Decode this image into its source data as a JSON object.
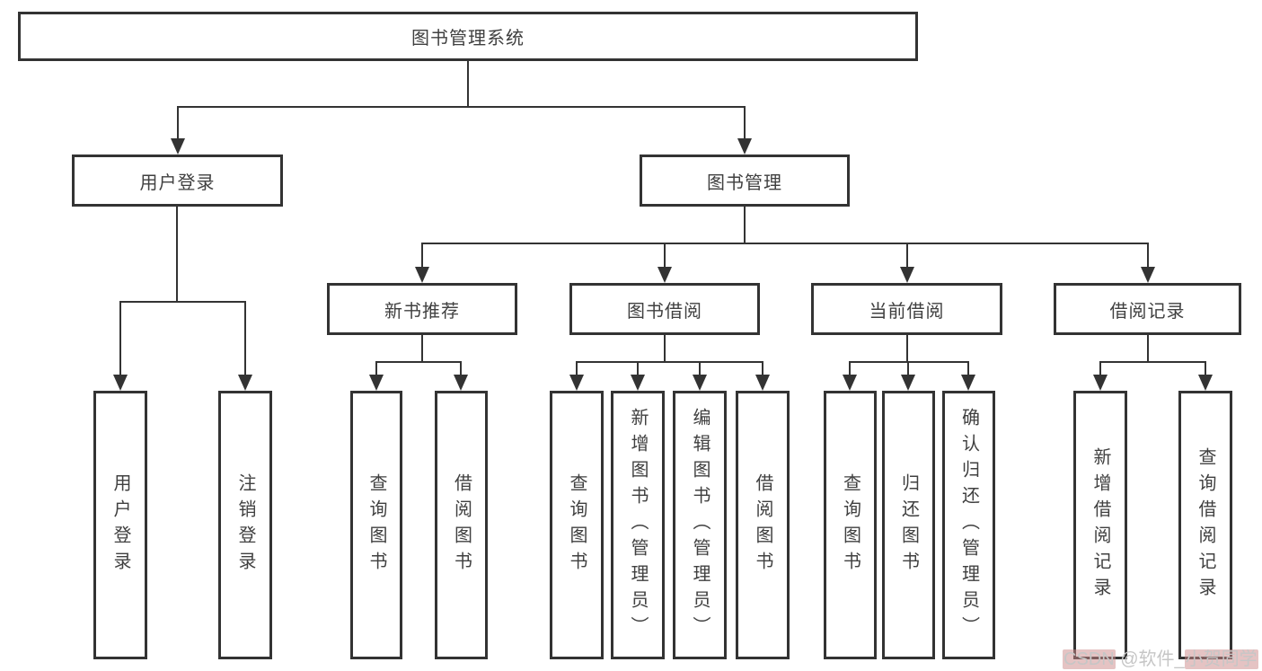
{
  "colors": {
    "line": "#333333",
    "text": "#404040",
    "background": "#ffffff",
    "watermark_text": "#c6c6c6",
    "watermark_highlight": "rgba(203,135,135,0.5)"
  },
  "tree": {
    "label": "图书管理系统",
    "children": [
      {
        "label": "用户登录",
        "children": [
          {
            "label": "用户登录"
          },
          {
            "label": "注销登录"
          }
        ]
      },
      {
        "label": "图书管理",
        "children": [
          {
            "label": "新书推荐",
            "children": [
              {
                "label": "查询图书"
              },
              {
                "label": "借阅图书"
              }
            ]
          },
          {
            "label": "图书借阅",
            "children": [
              {
                "label": "查询图书"
              },
              {
                "label": "新增图书（管理员）"
              },
              {
                "label": "编辑图书（管理员）"
              },
              {
                "label": "借阅图书"
              }
            ]
          },
          {
            "label": "当前借阅",
            "children": [
              {
                "label": "查询图书"
              },
              {
                "label": "归还图书"
              },
              {
                "label": "确认归还（管理员）"
              }
            ]
          },
          {
            "label": "借阅记录",
            "children": [
              {
                "label": "新增借阅记录"
              },
              {
                "label": "查询借阅记录"
              }
            ]
          }
        ]
      }
    ]
  },
  "watermark": {
    "prefix": "CSDN",
    "middle": " @软件_",
    "suffix": "小贺同学"
  }
}
